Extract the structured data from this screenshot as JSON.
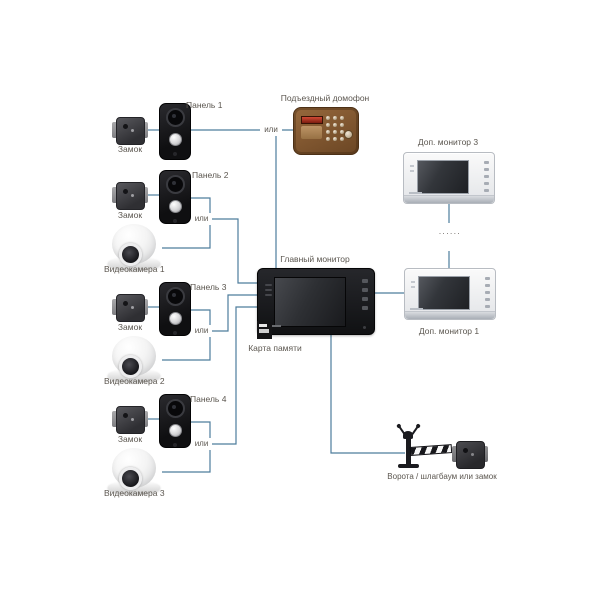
{
  "labels": {
    "or": "или",
    "lock": "Замок",
    "intercom": "Подъездный домофон",
    "main_monitor": "Главный монитор",
    "memory_card": "Карта памяти",
    "monitor3": "Доп. монитор 3",
    "monitor1": "Доп. монитор 1",
    "dots": "......",
    "gate": "Ворота / шлагбаум или замок"
  },
  "panels": [
    {
      "label": "Панель 1"
    },
    {
      "label": "Панель 2"
    },
    {
      "label": "Панель 3"
    },
    {
      "label": "Панель 4"
    }
  ],
  "cameras": [
    {
      "label": "Видеокамера 1"
    },
    {
      "label": "Видеокамера 2"
    },
    {
      "label": "Видеокамера 3"
    }
  ],
  "colors": {
    "line": "#4e7d9c",
    "text": "#5b564f",
    "accent_display": "#c0392b"
  }
}
